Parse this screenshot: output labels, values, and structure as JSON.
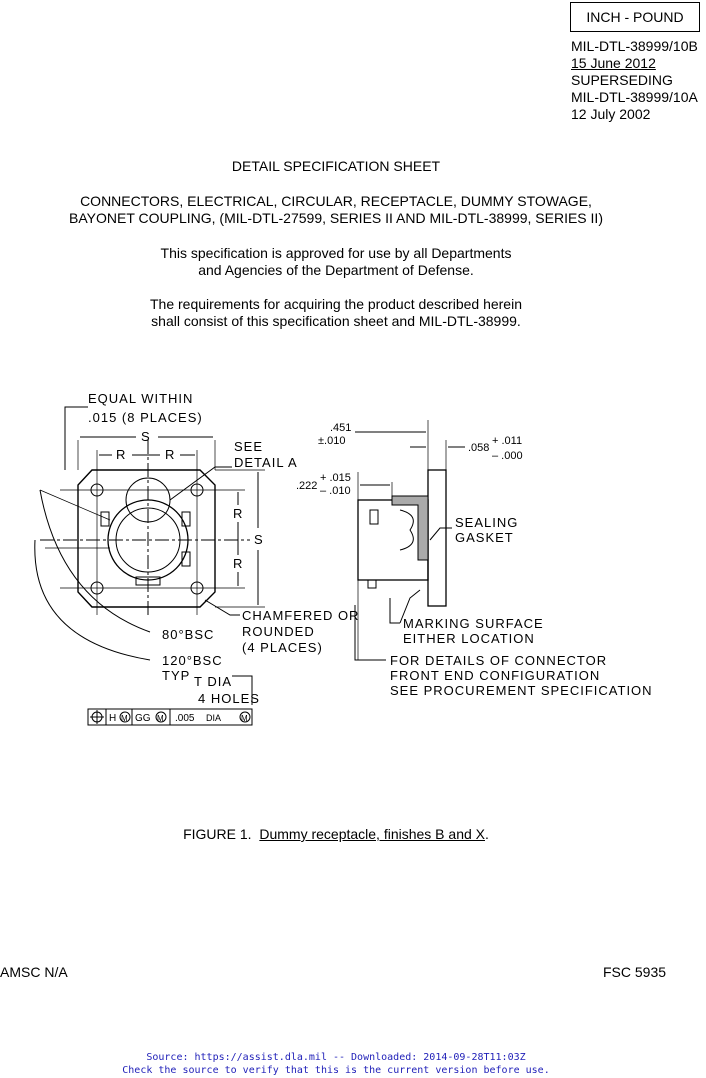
{
  "header": {
    "unit_system": "INCH - POUND",
    "doc_number": "MIL-DTL-38999/10B",
    "date": "15 June 2012",
    "superseding_label": "SUPERSEDING",
    "superseded_number": "MIL-DTL-38999/10A",
    "superseded_date": "12 July 2002"
  },
  "title": {
    "sheet_type": "DETAIL SPECIFICATION SHEET",
    "line1": "CONNECTORS, ELECTRICAL, CIRCULAR, RECEPTACLE, DUMMY STOWAGE,",
    "line2": "BAYONET COUPLING, (MIL-DTL-27599, SERIES II AND MIL-DTL-38999, SERIES II)"
  },
  "approval": {
    "line1": "This specification is approved for use by all Departments",
    "line2": "and Agencies of the Department of Defense."
  },
  "requirements": {
    "line1": "The requirements for acquiring the product described herein",
    "line2": "shall consist of this specification sheet and MIL-DTL-38999."
  },
  "drawing": {
    "equal_within_1": "EQUAL WITHIN",
    "equal_within_2": ".015  (8 PLACES)",
    "dim_s": "S",
    "dim_r": "R",
    "see_detail_1": "SEE",
    "see_detail_2": "DETAIL  A",
    "chamfered_1": "CHAMFERED OR",
    "chamfered_2": "ROUNDED",
    "chamfered_3": "(4 PLACES)",
    "angle_80": "80°BSC",
    "angle_120": "120°BSC",
    "typ": "TYP",
    "t_dia": "T DIA",
    "holes": "4 HOLES",
    "fcf_h": "H",
    "fcf_m": "M",
    "fcf_gg": "GG",
    "fcf_tol": ".005",
    "fcf_dia": "DIA",
    "dim_451": ".451",
    "dim_451_tol": "±.010",
    "dim_058": ".058",
    "dim_058_plus": "+ .011",
    "dim_058_minus": "– .000",
    "dim_222": ".222",
    "dim_222_plus": "+ .015",
    "dim_222_minus": "– .010",
    "sealing_1": "SEALING",
    "sealing_2": "GASKET",
    "marking_1": "MARKING SURFACE",
    "marking_2": "EITHER LOCATION",
    "details_1": "FOR DETAILS OF CONNECTOR",
    "details_2": "FRONT END CONFIGURATION",
    "details_3": "SEE PROCUREMENT SPECIFICATION"
  },
  "figure": {
    "label": "FIGURE 1.",
    "caption": "Dummy receptacle, finishes B and X"
  },
  "footer": {
    "amsc": "AMSC N/A",
    "fsc": "FSC 5935",
    "source_line1": "Source: https://assist.dla.mil -- Downloaded: 2014-09-28T11:03Z",
    "source_line2": "Check the source to verify that this is the current version before use."
  }
}
